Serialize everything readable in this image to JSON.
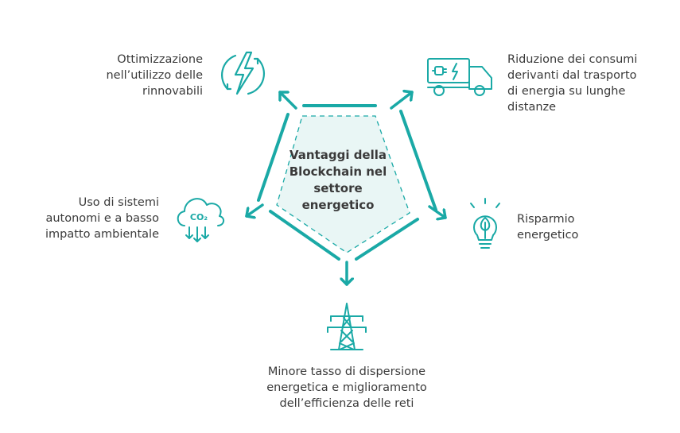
{
  "center": {
    "lines": [
      "Vantaggi della",
      "Blockchain nel",
      "settore",
      "energetico"
    ]
  },
  "benefits": [
    {
      "id": "renewables",
      "lines": [
        "Ottimizzazione",
        "nell’utilizzo delle",
        "rinnovabili"
      ],
      "icon": "lightning-cycle-icon"
    },
    {
      "id": "transport",
      "lines": [
        "Riduzione dei consumi",
        "derivanti dal trasporto",
        "di energia su lunghe",
        "distanze"
      ],
      "icon": "electric-truck-icon"
    },
    {
      "id": "saving",
      "lines": [
        "Risparmio",
        "energetico"
      ],
      "icon": "eco-lightbulb-icon"
    },
    {
      "id": "grid",
      "lines": [
        "Minore tasso di dispersione",
        "energetica e miglioramento",
        "dell’efficienza delle reti"
      ],
      "icon": "power-pylon-icon"
    },
    {
      "id": "autonomous",
      "lines": [
        "Uso di sistemi",
        "autonomi e a basso",
        "impatto ambientale"
      ],
      "icon": "co2-cloud-icon"
    }
  ],
  "co2_label": "CO₂",
  "colors": {
    "accent": "#1aa9a6",
    "fill": "#e9f6f5",
    "text": "#3a3a3a"
  }
}
